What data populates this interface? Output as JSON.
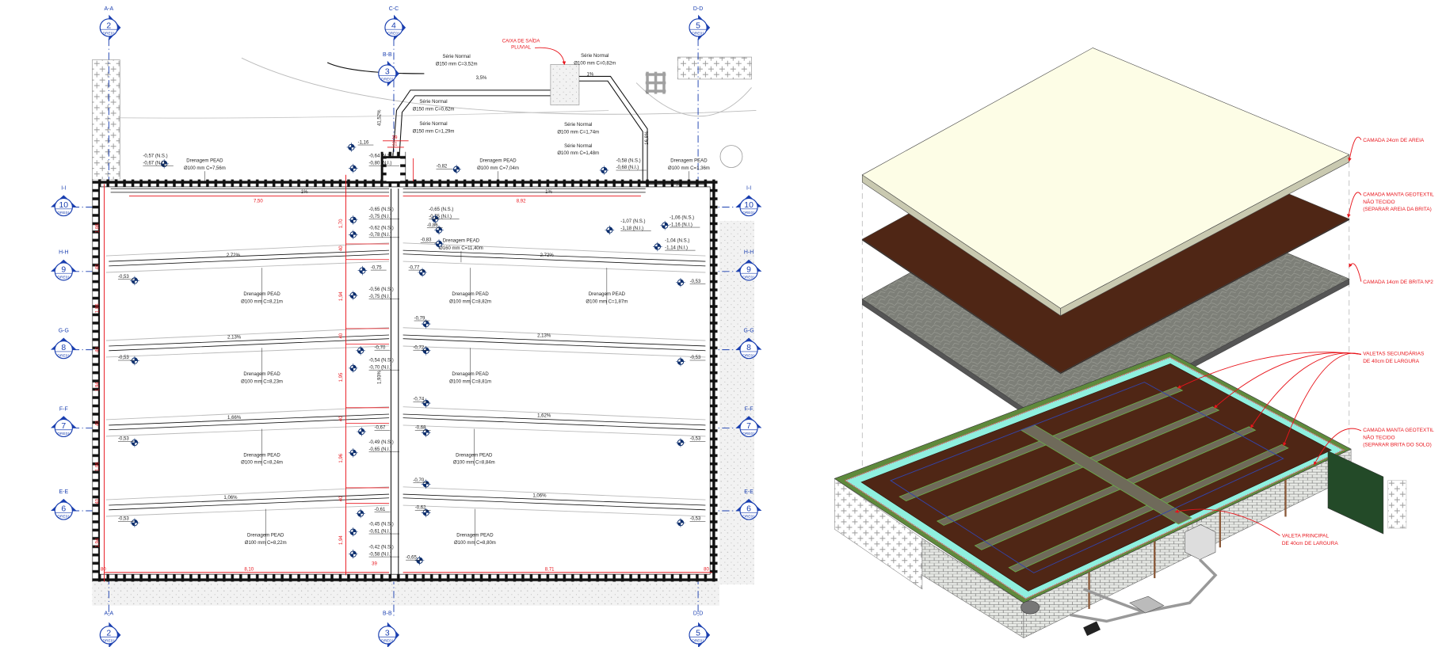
{
  "sections": {
    "top": [
      {
        "label": "A-A",
        "number": "2",
        "sheet": "DRE01"
      },
      {
        "label": "C-C",
        "number": "4",
        "sheet": "DRE01"
      },
      {
        "label": "D-D",
        "number": "5",
        "sheet": "DRE01"
      },
      {
        "label": "B-B",
        "number": "3",
        "sheet": "DRE01"
      }
    ],
    "bottom": [
      {
        "label": "A-A",
        "number": "2",
        "sheet": "DRE01"
      },
      {
        "label": "B-B",
        "number": "3",
        "sheet": "DRE01"
      },
      {
        "label": "D-D",
        "number": "5",
        "sheet": "DRE01"
      }
    ],
    "left": [
      {
        "label": "I-I",
        "number": "10",
        "sheet": "DRE01"
      },
      {
        "label": "H-H",
        "number": "9",
        "sheet": "DRE01"
      },
      {
        "label": "G-G",
        "number": "8",
        "sheet": "DRE01"
      },
      {
        "label": "F-F",
        "number": "7",
        "sheet": "DRE01"
      },
      {
        "label": "E-E",
        "number": "6",
        "sheet": "DRE01"
      }
    ],
    "right": [
      {
        "label": "I-I",
        "number": "10",
        "sheet": "DRE01"
      },
      {
        "label": "H-H",
        "number": "9",
        "sheet": "DRE01"
      },
      {
        "label": "G-G",
        "number": "8",
        "sheet": "DRE01"
      },
      {
        "label": "F-F",
        "number": "7",
        "sheet": "DRE01"
      },
      {
        "label": "E-E",
        "number": "6",
        "sheet": "DRE01"
      }
    ]
  },
  "plan": {
    "outlet_box_label": [
      "CAIXA DE SAÍDA",
      "PLUVIAL"
    ],
    "pipes": [
      {
        "type": "Série Normal",
        "spec": "Ø100 mm C=0,82m"
      },
      {
        "type": "Série Normal",
        "spec": "Ø150 mm C=3,52m"
      },
      {
        "type": "Série Normal",
        "spec": "Ø150 mm C=0,62m"
      },
      {
        "type": "Série Normal",
        "spec": "Ø150 mm C=1,29m"
      },
      {
        "type": "Série Normal",
        "spec": "Ø100 mm C=1,74m"
      },
      {
        "type": "Série Normal",
        "spec": "Ø100 mm C=1,48m"
      }
    ],
    "drains": [
      {
        "type": "Drenagem PEAD",
        "spec": "Ø100 mm C=7,56m"
      },
      {
        "type": "Drenagem PEAD",
        "spec": "Ø100 mm C=7,04m"
      },
      {
        "type": "Drenagem PEAD",
        "spec": "Ø100 mm C=1,36m"
      },
      {
        "type": "Drenagem PEAD",
        "spec": "Ø160 mm C=11,40m"
      },
      {
        "type": "Drenagem PEAD",
        "spec": "Ø100 mm C=8,21m"
      },
      {
        "type": "Drenagem PEAD",
        "spec": "Ø100 mm C=8,82m"
      },
      {
        "type": "Drenagem PEAD",
        "spec": "Ø100 mm C=1,87m"
      },
      {
        "type": "Drenagem PEAD",
        "spec": "Ø100 mm C=8,23m"
      },
      {
        "type": "Drenagem PEAD",
        "spec": "Ø100 mm C=8,81m"
      },
      {
        "type": "Drenagem PEAD",
        "spec": "Ø100 mm C=8,24m"
      },
      {
        "type": "Drenagem PEAD",
        "spec": "Ø100 mm C=8,84m"
      },
      {
        "type": "Drenagem PEAD",
        "spec": "Ø100 mm C=8,22m"
      },
      {
        "type": "Drenagem PEAD",
        "spec": "Ø100 mm C=8,80m"
      }
    ],
    "levels": [
      [
        "-1,16"
      ],
      [
        "-0,64 (N.S.)",
        "-0,80 (N.I.)"
      ],
      [
        "-0,82"
      ],
      [
        "-0,57 (N.S.)",
        "-0,67 (N.I.)"
      ],
      [
        "-0,58 (N.S.)",
        "-0,68 (N.I.)"
      ],
      [
        "-0,65 (N.S.)",
        "-0,75 (N.I.)"
      ],
      [
        "-0,65 (N.S.)",
        "-0,75 (N.I.)"
      ],
      [
        "-0,62 (N.S.)",
        "-0,78 (N.I.)"
      ],
      [
        "-0,86"
      ],
      [
        "-0,83"
      ],
      [
        "-1,07 (N.S.)",
        "-1,18 (N.I.)"
      ],
      [
        "-1,06 (N.S.)",
        "-1,16 (N.I.)"
      ],
      [
        "-1,04 (N.S.)",
        "-1,14 (N.I.)"
      ],
      [
        "-0,53"
      ],
      [
        "-0,75"
      ],
      [
        "-0,77"
      ],
      [
        "-0,53"
      ],
      [
        "-0,56 (N.S.)",
        "-0,75 (N.I.)"
      ],
      [
        "-0,79"
      ],
      [
        "-0,70"
      ],
      [
        "-0,72"
      ],
      [
        "-0,53"
      ],
      [
        "-0,53"
      ],
      [
        "-0,54 (N.S.)",
        "-0,70 (N.I.)"
      ],
      [
        "-0,74"
      ],
      [
        "-0,67"
      ],
      [
        "-0,68"
      ],
      [
        "-0,53"
      ],
      [
        "-0,53"
      ],
      [
        "-0,49 (N.S.)",
        "-0,65 (N.I.)"
      ],
      [
        "-0,70"
      ],
      [
        "-0,61"
      ],
      [
        "-0,62"
      ],
      [
        "-0,53"
      ],
      [
        "-0,53"
      ],
      [
        "-0,45 (N.S.)",
        "-0,61 (N.I.)"
      ],
      [
        "-0,42 (N.S.)",
        "-0,58 (N.I.)"
      ],
      [
        "-0,65"
      ]
    ],
    "slopes": [
      "3,5%",
      "1%",
      "41,52%",
      "16,8%",
      "1%",
      "1%",
      "1%",
      "2,72%",
      "2,72%",
      "2,13%",
      "2,13%",
      "1,93%",
      "1,66%",
      "1,62%",
      "1,06%",
      "1,06%"
    ],
    "dimensions": [
      "39",
      "31",
      "7,50",
      "8,92",
      "39",
      "8,10",
      "8,71",
      "80",
      "80"
    ],
    "dims_left": [
      "1,86",
      "40",
      "1,86",
      "40",
      "1,94",
      "40",
      "1,96",
      "40",
      "1,94"
    ],
    "dims_center": [
      "1,70",
      "40",
      "1,94",
      "40",
      "1,95",
      "40",
      "1,96",
      "40",
      "1,94"
    ]
  },
  "isometric": {
    "annotations": {
      "sand": [
        "CAMADA 24cm DE AREIA"
      ],
      "geotextile_top": [
        "CAMADA MANTA GEOTEXTIL",
        "NÃO TECIDO",
        "(SEPARAR AREIA DA BRITA)"
      ],
      "gravel": [
        "CAMADA 14cm DE BRITA Nº2"
      ],
      "secondary_trenches": [
        "VALETAS SECUNDÁRIAS",
        "DE 40cm DE LARGURA"
      ],
      "geotextile_bottom": [
        "CAMADA MANTA GEOTEXTIL",
        "NÃO TECIDO",
        "(SEPARAR BRITA DO SOLO)"
      ],
      "main_trench": [
        "VALETA PRINCIPAL",
        "DE 40cm DE LARGURA"
      ]
    }
  },
  "colors": {
    "grid_blue": "#1a3fb0",
    "dimension_red": "#e8141b",
    "sand": "#fdfde6",
    "geotextile": "#4f2615",
    "gravel": "#7d7f78",
    "grass": "#5e8a3c",
    "wall_cap": "#8ff0df"
  }
}
